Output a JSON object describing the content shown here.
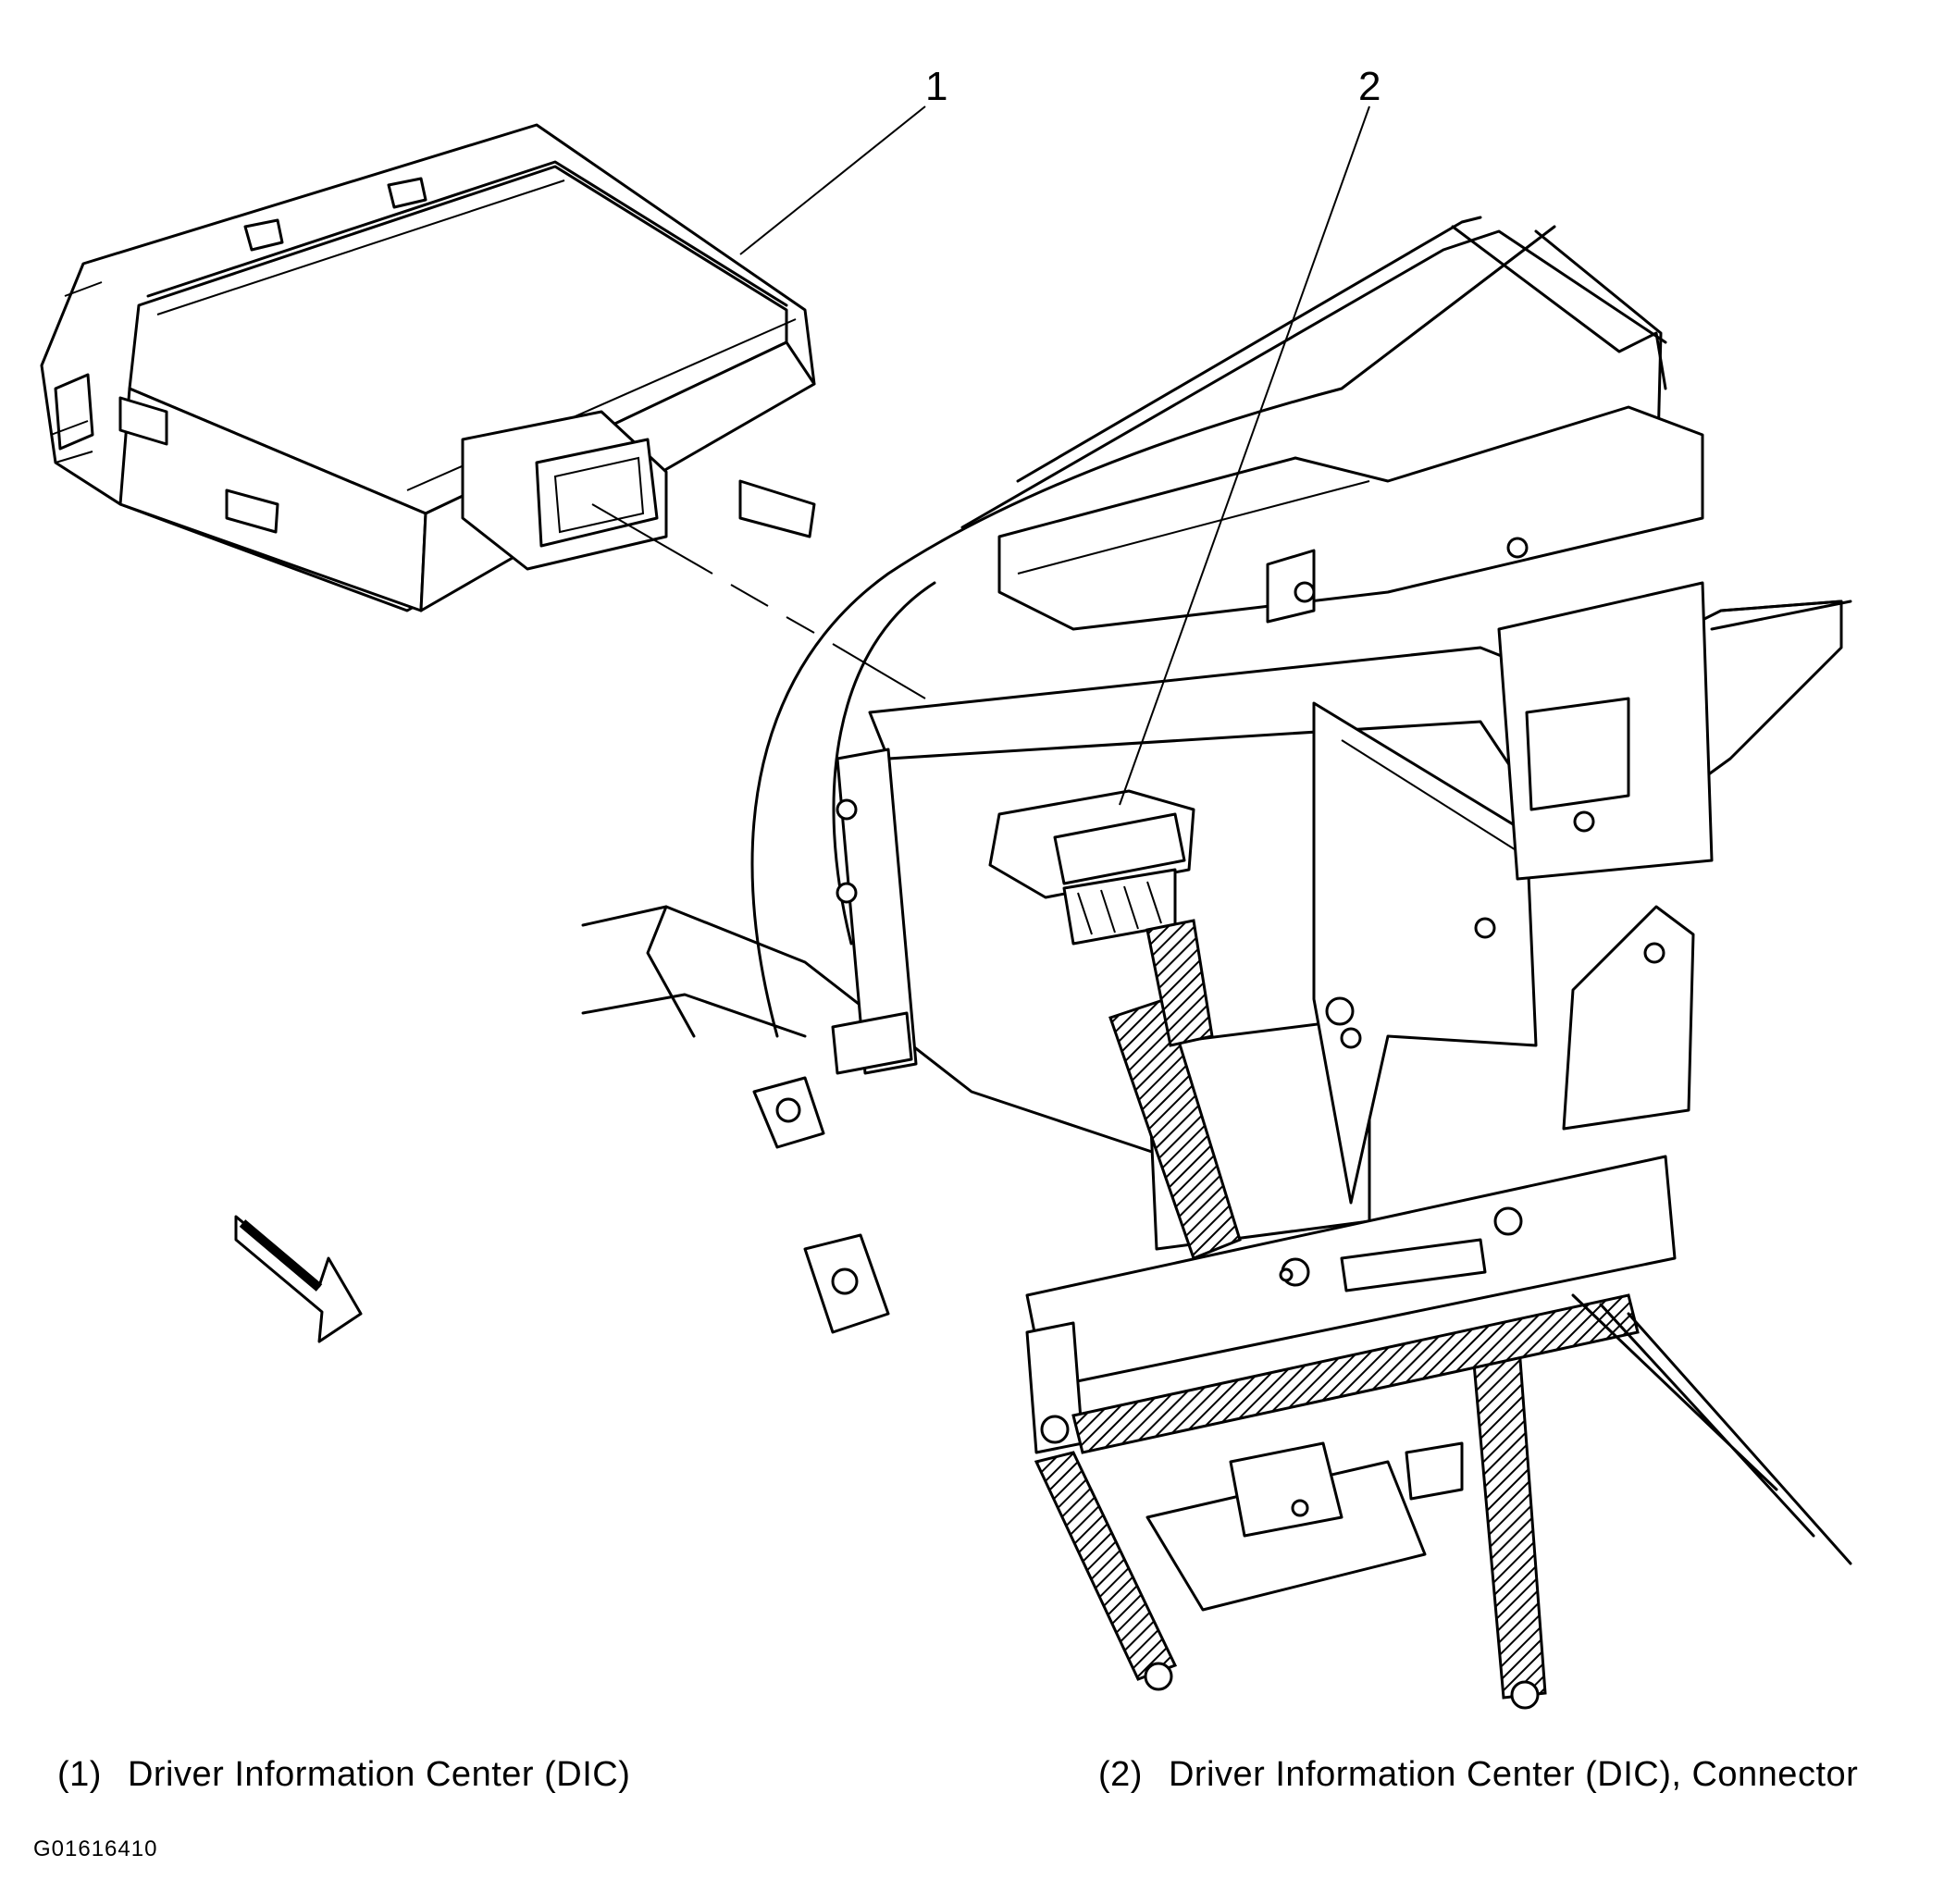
{
  "callouts": [
    {
      "number": "1"
    },
    {
      "number": "2"
    }
  ],
  "legend": [
    {
      "number": "(1)",
      "label": "Driver Information Center (DIC)"
    },
    {
      "number": "(2)",
      "label": "Driver Information Center (DIC), Connector"
    }
  ],
  "figure_id": "G01616410",
  "icons": [
    "direction-arrow-icon"
  ],
  "colors": {
    "line": "#000000",
    "background": "#ffffff"
  }
}
